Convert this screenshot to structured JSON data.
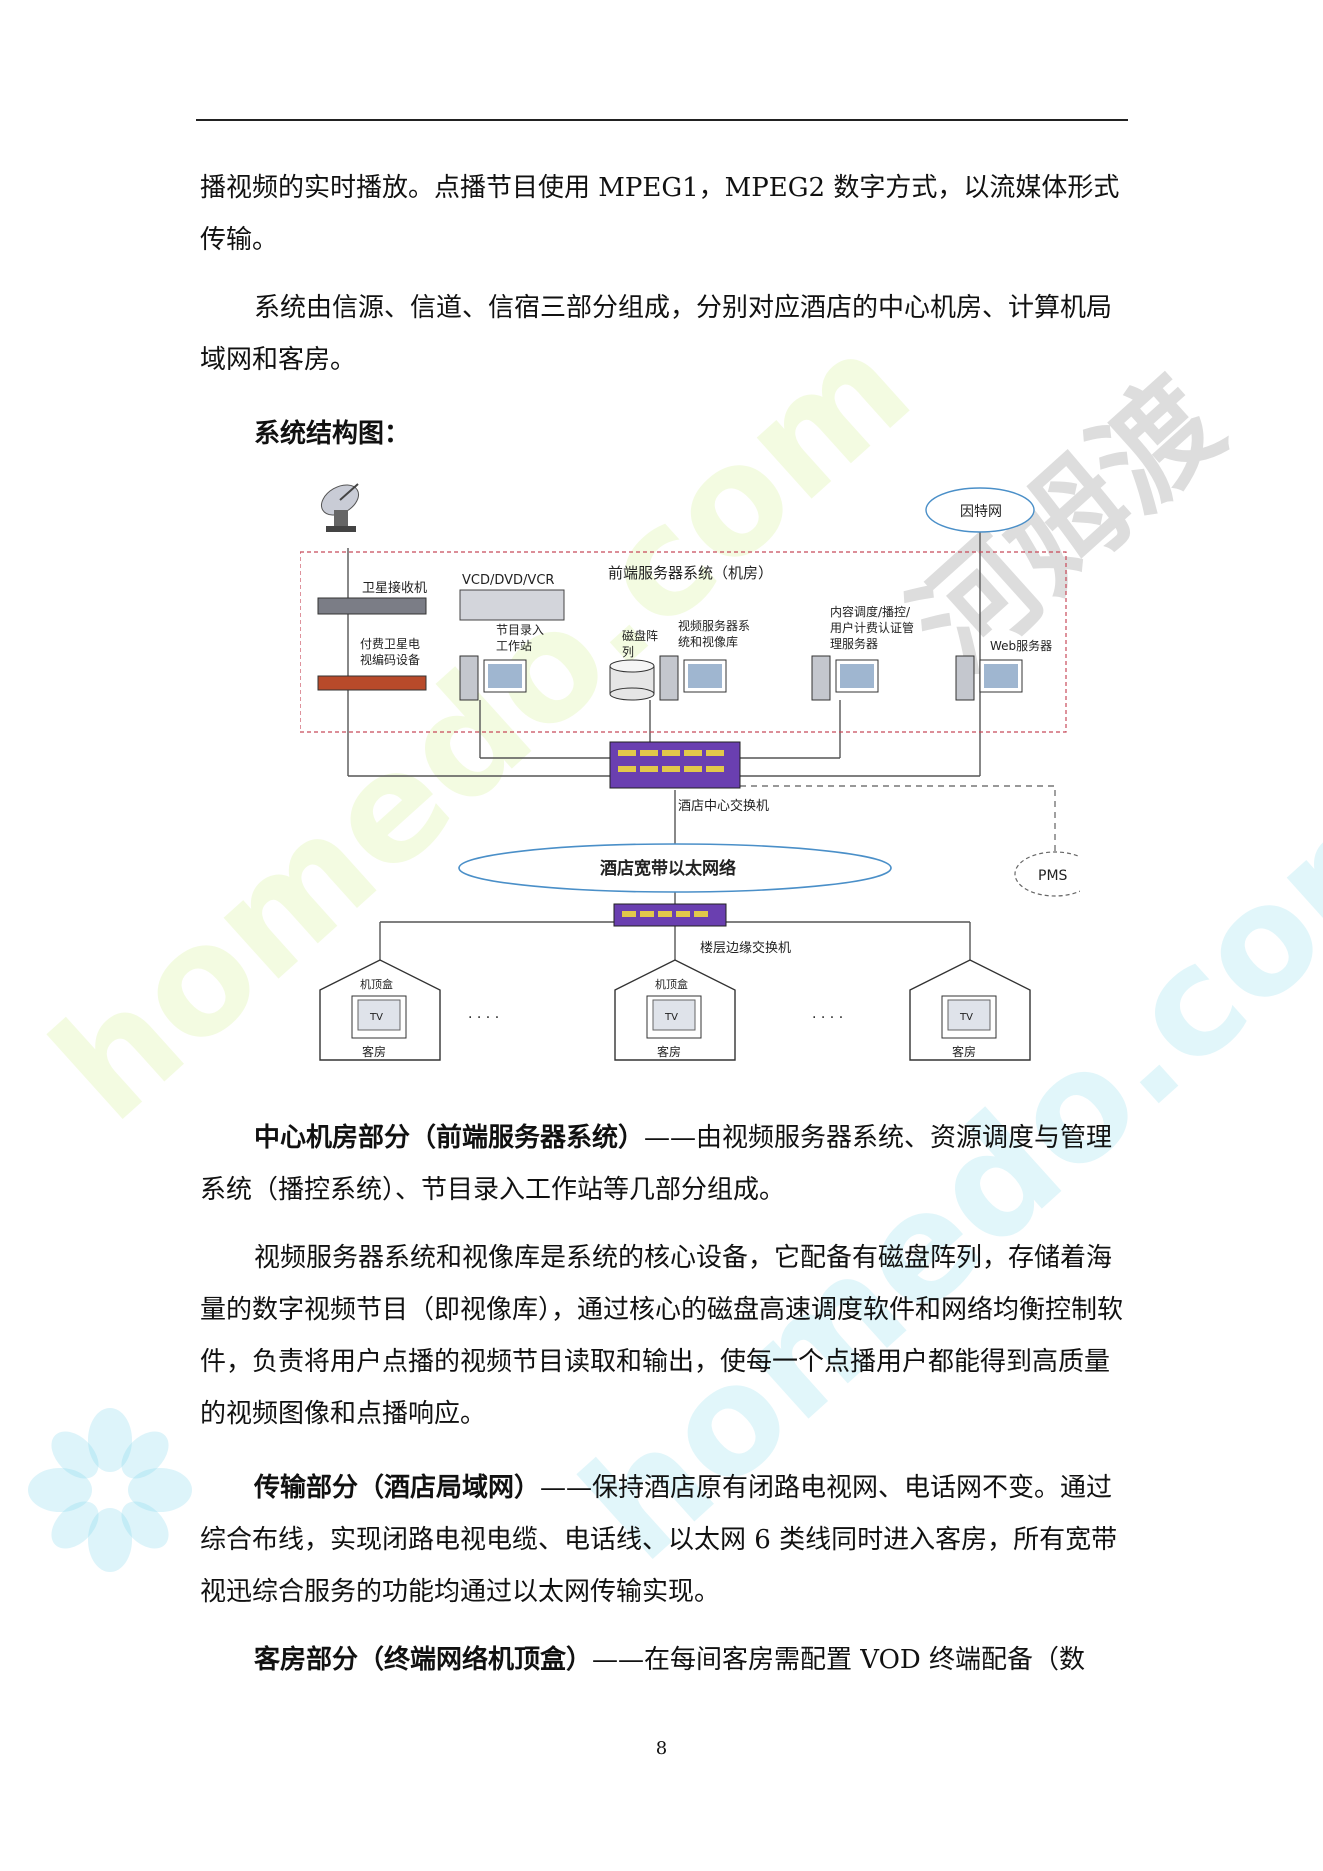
{
  "paragraphs": {
    "p1": "播视频的实时播放。点播节目使用 MPEG1，MPEG2 数字方式，以流媒体形式传输。",
    "p2": "系统由信源、信道、信宿三部分组成，分别对应酒店的中心机房、计算机局域网和客房。",
    "p3": "系统结构图：",
    "p4_lead": "中心机房部分（前端服务器系统）",
    "p4_body": "——由视频服务器系统、资源调度与管理系统（播控系统）、节目录入工作站等几部分组成。",
    "p5": "视频服务器系统和视像库是系统的核心设备，它配备有磁盘阵列，存储着海量的数字视频节目（即视像库），通过核心的磁盘高速调度软件和网络均衡控制软件，负责将用户点播的视频节目读取和输出，使每一个点播用户都能得到高质量的视频图像和点播响应。",
    "p6_lead": "传输部分（酒店局域网）",
    "p6_body": "——保持酒店原有闭路电视网、电话网不变。通过综合布线，实现闭路电视电缆、电话线、以太网 6 类线同时进入客房，所有宽带视迅综合服务的功能均通过以太网传输实现。",
    "p7_lead": "客房部分（终端网络机顶盒）",
    "p7_body": "——在每间客房需配置 VOD 终端配备（数"
  },
  "diagram": {
    "internet": "因特网",
    "frontend_title": "前端服务器系统（机房）",
    "sat_receiver": "卫星接收机",
    "paid_sat_1": "付费卫星电",
    "paid_sat_2": "视编码设备",
    "vcd": "VCD/DVD/VCR",
    "record_1": "节目录入",
    "record_2": "工作站",
    "disk_1": "磁盘阵",
    "disk_2": "列",
    "video_1": "视频服务器系",
    "video_2": "统和视像库",
    "content_1": "内容调度/播控/",
    "content_2": "用户计费认证管",
    "content_3": "理服务器",
    "web": "Web服务器",
    "core_switch": "酒店中心交换机",
    "ethernet": "酒店宽带以太网络",
    "pms": "PMS",
    "floor_switch": "楼层边缘交换机",
    "stb": "机顶盒",
    "tv": "TV",
    "room": "客房",
    "dots": "· · · ·"
  },
  "footer": {
    "page_number": "8"
  },
  "watermark": {
    "site": "homedo.com",
    "brand": "河姆渡"
  }
}
